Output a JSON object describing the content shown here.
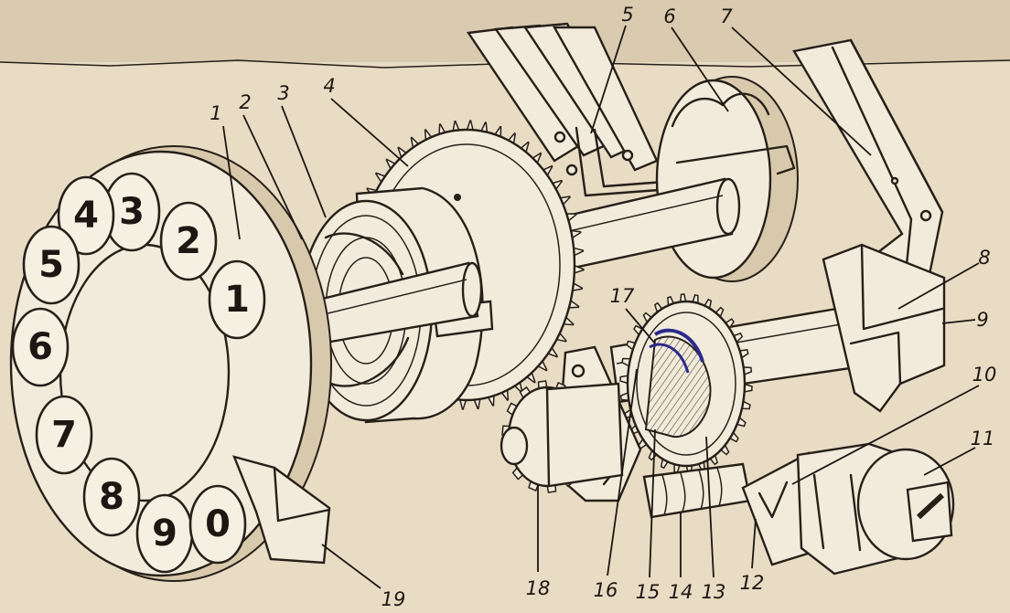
{
  "dial": {
    "digits": [
      "1",
      "2",
      "3",
      "4",
      "5",
      "6",
      "7",
      "8",
      "9",
      "0"
    ]
  },
  "callouts": [
    "1",
    "2",
    "3",
    "4",
    "5",
    "6",
    "7",
    "8",
    "9",
    "10",
    "11",
    "12",
    "13",
    "14",
    "15",
    "16",
    "17",
    "18",
    "19"
  ],
  "colors": {
    "paper": "#e9dcc4",
    "paper_top": "#d9cab0",
    "ink": "#262019",
    "stain_blue": "#2b2a8c"
  }
}
